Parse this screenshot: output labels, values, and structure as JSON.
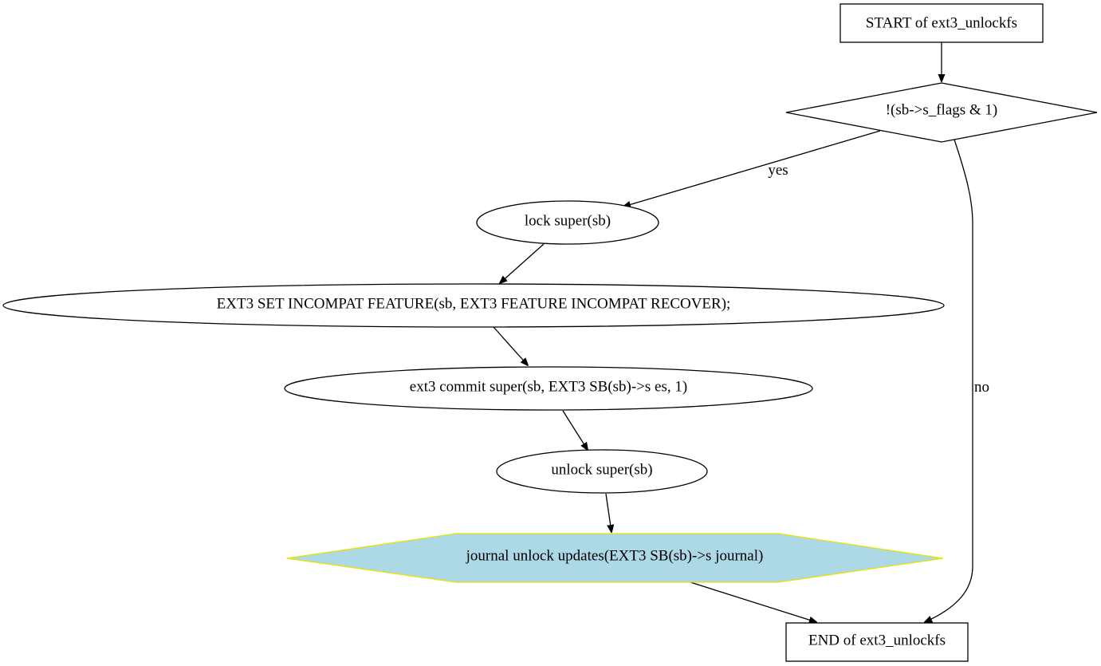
{
  "nodes": {
    "start": {
      "label": "START of ext3_unlockfs",
      "shape": "box"
    },
    "decision": {
      "label": "!(sb->s_flags & 1)",
      "shape": "diamond"
    },
    "lock_super": {
      "label": "lock  super(sb)",
      "shape": "ellipse"
    },
    "set_feature": {
      "label": "EXT3  SET  INCOMPAT  FEATURE(sb, EXT3  FEATURE  INCOMPAT  RECOVER);",
      "shape": "ellipse"
    },
    "commit_super": {
      "label": "ext3  commit  super(sb, EXT3  SB(sb)->s  es, 1)",
      "shape": "ellipse"
    },
    "unlock_super": {
      "label": "unlock  super(sb)",
      "shape": "ellipse"
    },
    "journal_unlock": {
      "label": "journal  unlock  updates(EXT3  SB(sb)->s  journal)",
      "shape": "hexagon",
      "fill_color": "#add8e6",
      "border_color": "#e5e500"
    },
    "end": {
      "label": "END of ext3_unlockfs",
      "shape": "box"
    }
  },
  "edges": {
    "yes": {
      "from": "decision",
      "to": "lock_super",
      "label": "yes"
    },
    "no": {
      "from": "decision",
      "to": "end",
      "label": "no"
    }
  }
}
